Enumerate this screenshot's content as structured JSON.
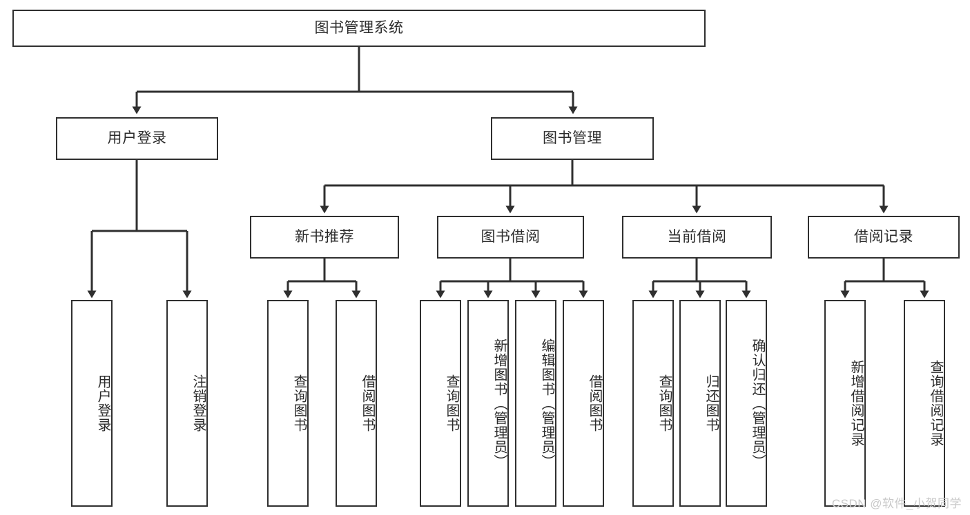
{
  "diagram": {
    "title": "图书管理系统",
    "type": "tree-hierarchy",
    "orientation": "top-down",
    "colors": {
      "box_border": "#2f2f2f",
      "box_fill": "#ffffff",
      "text": "#2b2b2b",
      "connector": "#2f2f2f",
      "watermark": "#c9c9c9"
    },
    "root": {
      "id": "root",
      "label": "图书管理系统"
    },
    "level1": [
      {
        "id": "user-login",
        "label": "用户登录"
      },
      {
        "id": "book-management",
        "label": "图书管理"
      }
    ],
    "level2": [
      {
        "id": "new-book-recommend",
        "label": "新书推荐"
      },
      {
        "id": "book-borrow",
        "label": "图书借阅"
      },
      {
        "id": "current-borrow",
        "label": "当前借阅"
      },
      {
        "id": "borrow-record",
        "label": "借阅记录"
      }
    ],
    "leaves": {
      "user_login": [
        {
          "id": "leaf-user-login",
          "label": "用户登录"
        },
        {
          "id": "leaf-logout-login",
          "label": "注销登录"
        }
      ],
      "new_book_recommend": [
        {
          "id": "leaf-query-book-1",
          "label": "查询图书"
        },
        {
          "id": "leaf-borrow-book-1",
          "label": "借阅图书"
        }
      ],
      "book_borrow": [
        {
          "id": "leaf-query-book-2",
          "label": "查询图书"
        },
        {
          "id": "leaf-add-book",
          "label": "新增图书（管理员）"
        },
        {
          "id": "leaf-edit-book",
          "label": "编辑图书（管理员）"
        },
        {
          "id": "leaf-borrow-book-2",
          "label": "借阅图书"
        }
      ],
      "current_borrow": [
        {
          "id": "leaf-query-book-3",
          "label": "查询图书"
        },
        {
          "id": "leaf-return-book",
          "label": "归还图书"
        },
        {
          "id": "leaf-confirm-return",
          "label": "确认归还（管理员）"
        }
      ],
      "borrow_record": [
        {
          "id": "leaf-add-record",
          "label": "新增借阅记录"
        },
        {
          "id": "leaf-query-record",
          "label": "查询借阅记录"
        }
      ]
    }
  },
  "watermark": {
    "text": "CSDN @软件_小贺同学"
  }
}
